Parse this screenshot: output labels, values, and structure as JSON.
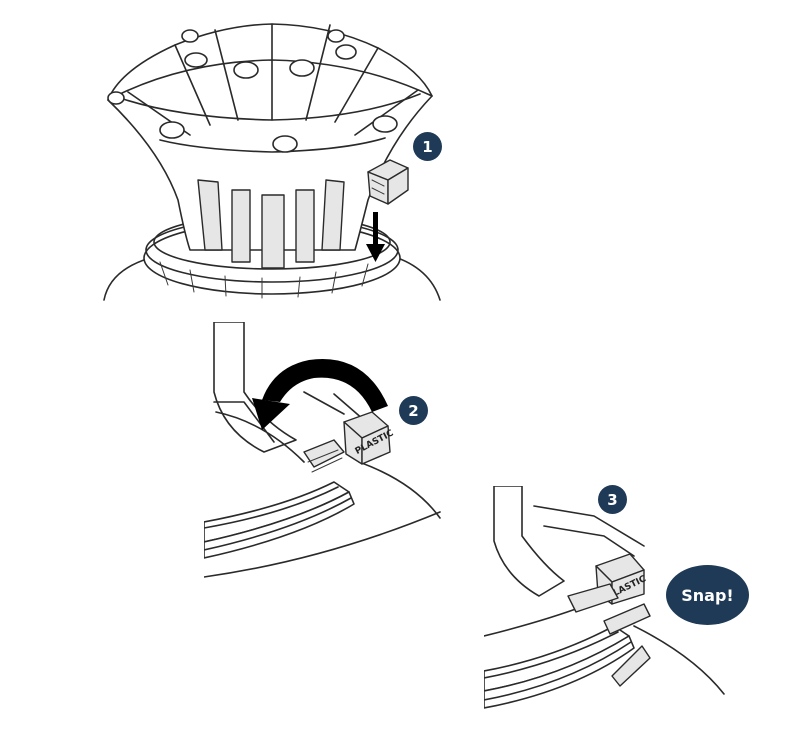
{
  "colors": {
    "badge": "#1f3a56",
    "line": "#2a2a2a",
    "arrow": "#000000"
  },
  "steps": [
    {
      "number": "1"
    },
    {
      "number": "2"
    },
    {
      "number": "3"
    }
  ],
  "snap_label": "Snap!",
  "clip_text": "PLASTIC"
}
